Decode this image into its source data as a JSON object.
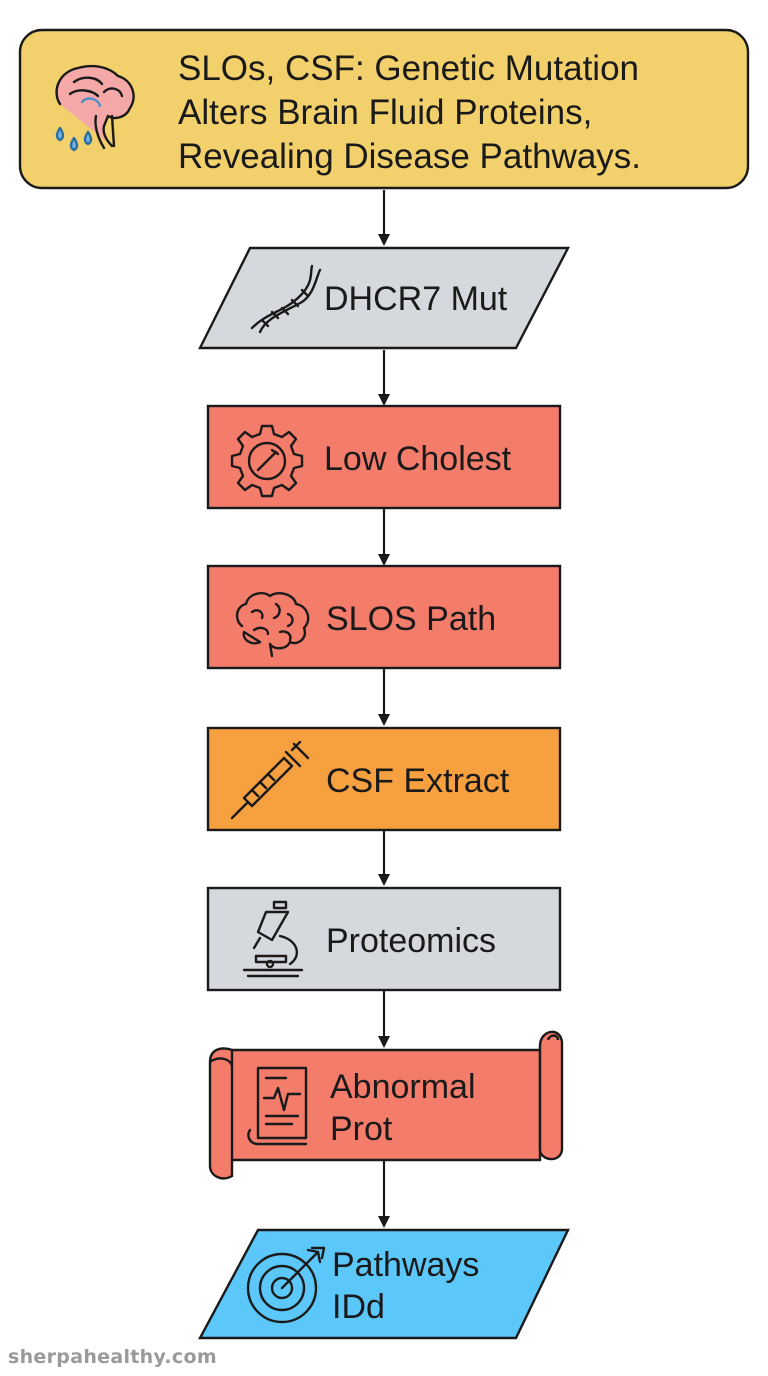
{
  "title": {
    "lines": [
      "SLOs, CSF: Genetic Mutation",
      "Alters Brain Fluid Proteins,",
      "Revealing Disease Pathways."
    ],
    "fill": "#F2D06B",
    "icon": "brain-csf-icon"
  },
  "nodes": [
    {
      "id": "dhcr7",
      "shape": "parallelogram",
      "lines": [
        "DHCR7 Mut"
      ],
      "fill": "#D5D8DC",
      "icon": "dna-icon"
    },
    {
      "id": "low-cholest",
      "shape": "rectangle",
      "lines": [
        "Low Cholest"
      ],
      "fill": "#F47C6A",
      "icon": "gear-icon"
    },
    {
      "id": "slos-path",
      "shape": "rectangle",
      "lines": [
        "SLOS Path"
      ],
      "fill": "#F47C6A",
      "icon": "brain-icon"
    },
    {
      "id": "csf-extract",
      "shape": "rectangle",
      "lines": [
        "CSF Extract"
      ],
      "fill": "#F7A03F",
      "icon": "syringe-icon"
    },
    {
      "id": "proteomics",
      "shape": "rectangle",
      "lines": [
        "Proteomics"
      ],
      "fill": "#D5D8DC",
      "icon": "microscope-icon"
    },
    {
      "id": "abnormal-prot",
      "shape": "scroll",
      "lines": [
        "Abnormal",
        "Prot"
      ],
      "fill": "#F47C6A",
      "icon": "report-icon"
    },
    {
      "id": "pathways-idd",
      "shape": "parallelogram",
      "lines": [
        "Pathways",
        "IDd"
      ],
      "fill": "#5CC8FA",
      "icon": "target-icon"
    }
  ],
  "footer": {
    "text": "sherpahealthy.com"
  }
}
